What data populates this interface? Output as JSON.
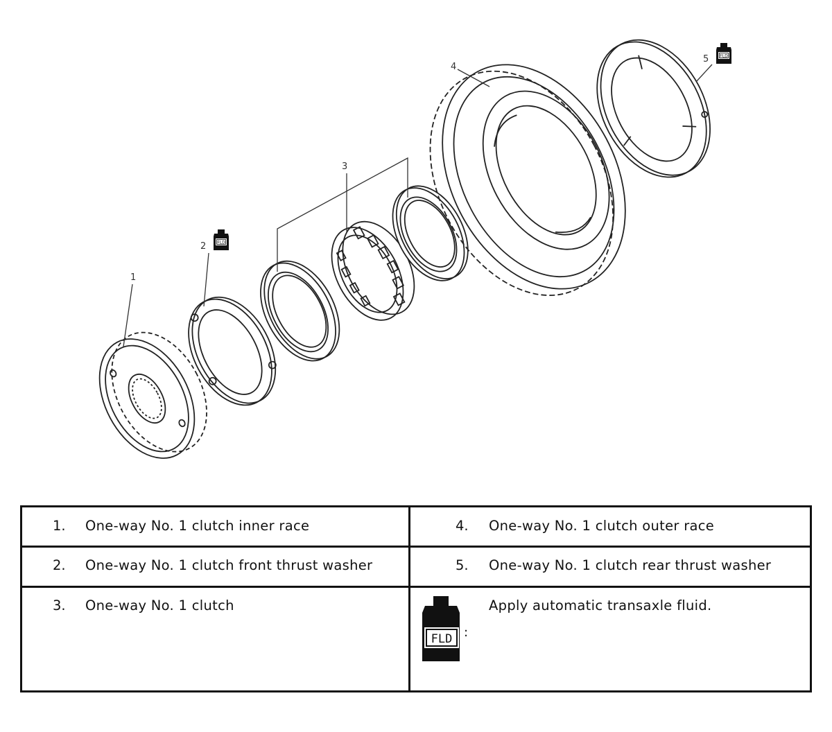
{
  "diagram": {
    "callouts": [
      "1",
      "2",
      "3",
      "4",
      "5"
    ],
    "fld_label": "FLD"
  },
  "legend": {
    "rows": [
      {
        "left_num": "1.",
        "left_text": "One-way No. 1 clutch inner race",
        "right_num": "4.",
        "right_text": "One-way No. 1 clutch outer race"
      },
      {
        "left_num": "2.",
        "left_text": "One-way No. 1 clutch front thrust washer",
        "right_num": "5.",
        "right_text": "One-way No. 1 clutch rear thrust washer"
      },
      {
        "left_num": "3.",
        "left_text": "One-way No. 1 clutch",
        "right_icon": "fld-bottle-icon",
        "right_text": "Apply automatic transaxle fluid."
      }
    ],
    "fld_label": "FLD",
    "fld_colon": ":"
  }
}
